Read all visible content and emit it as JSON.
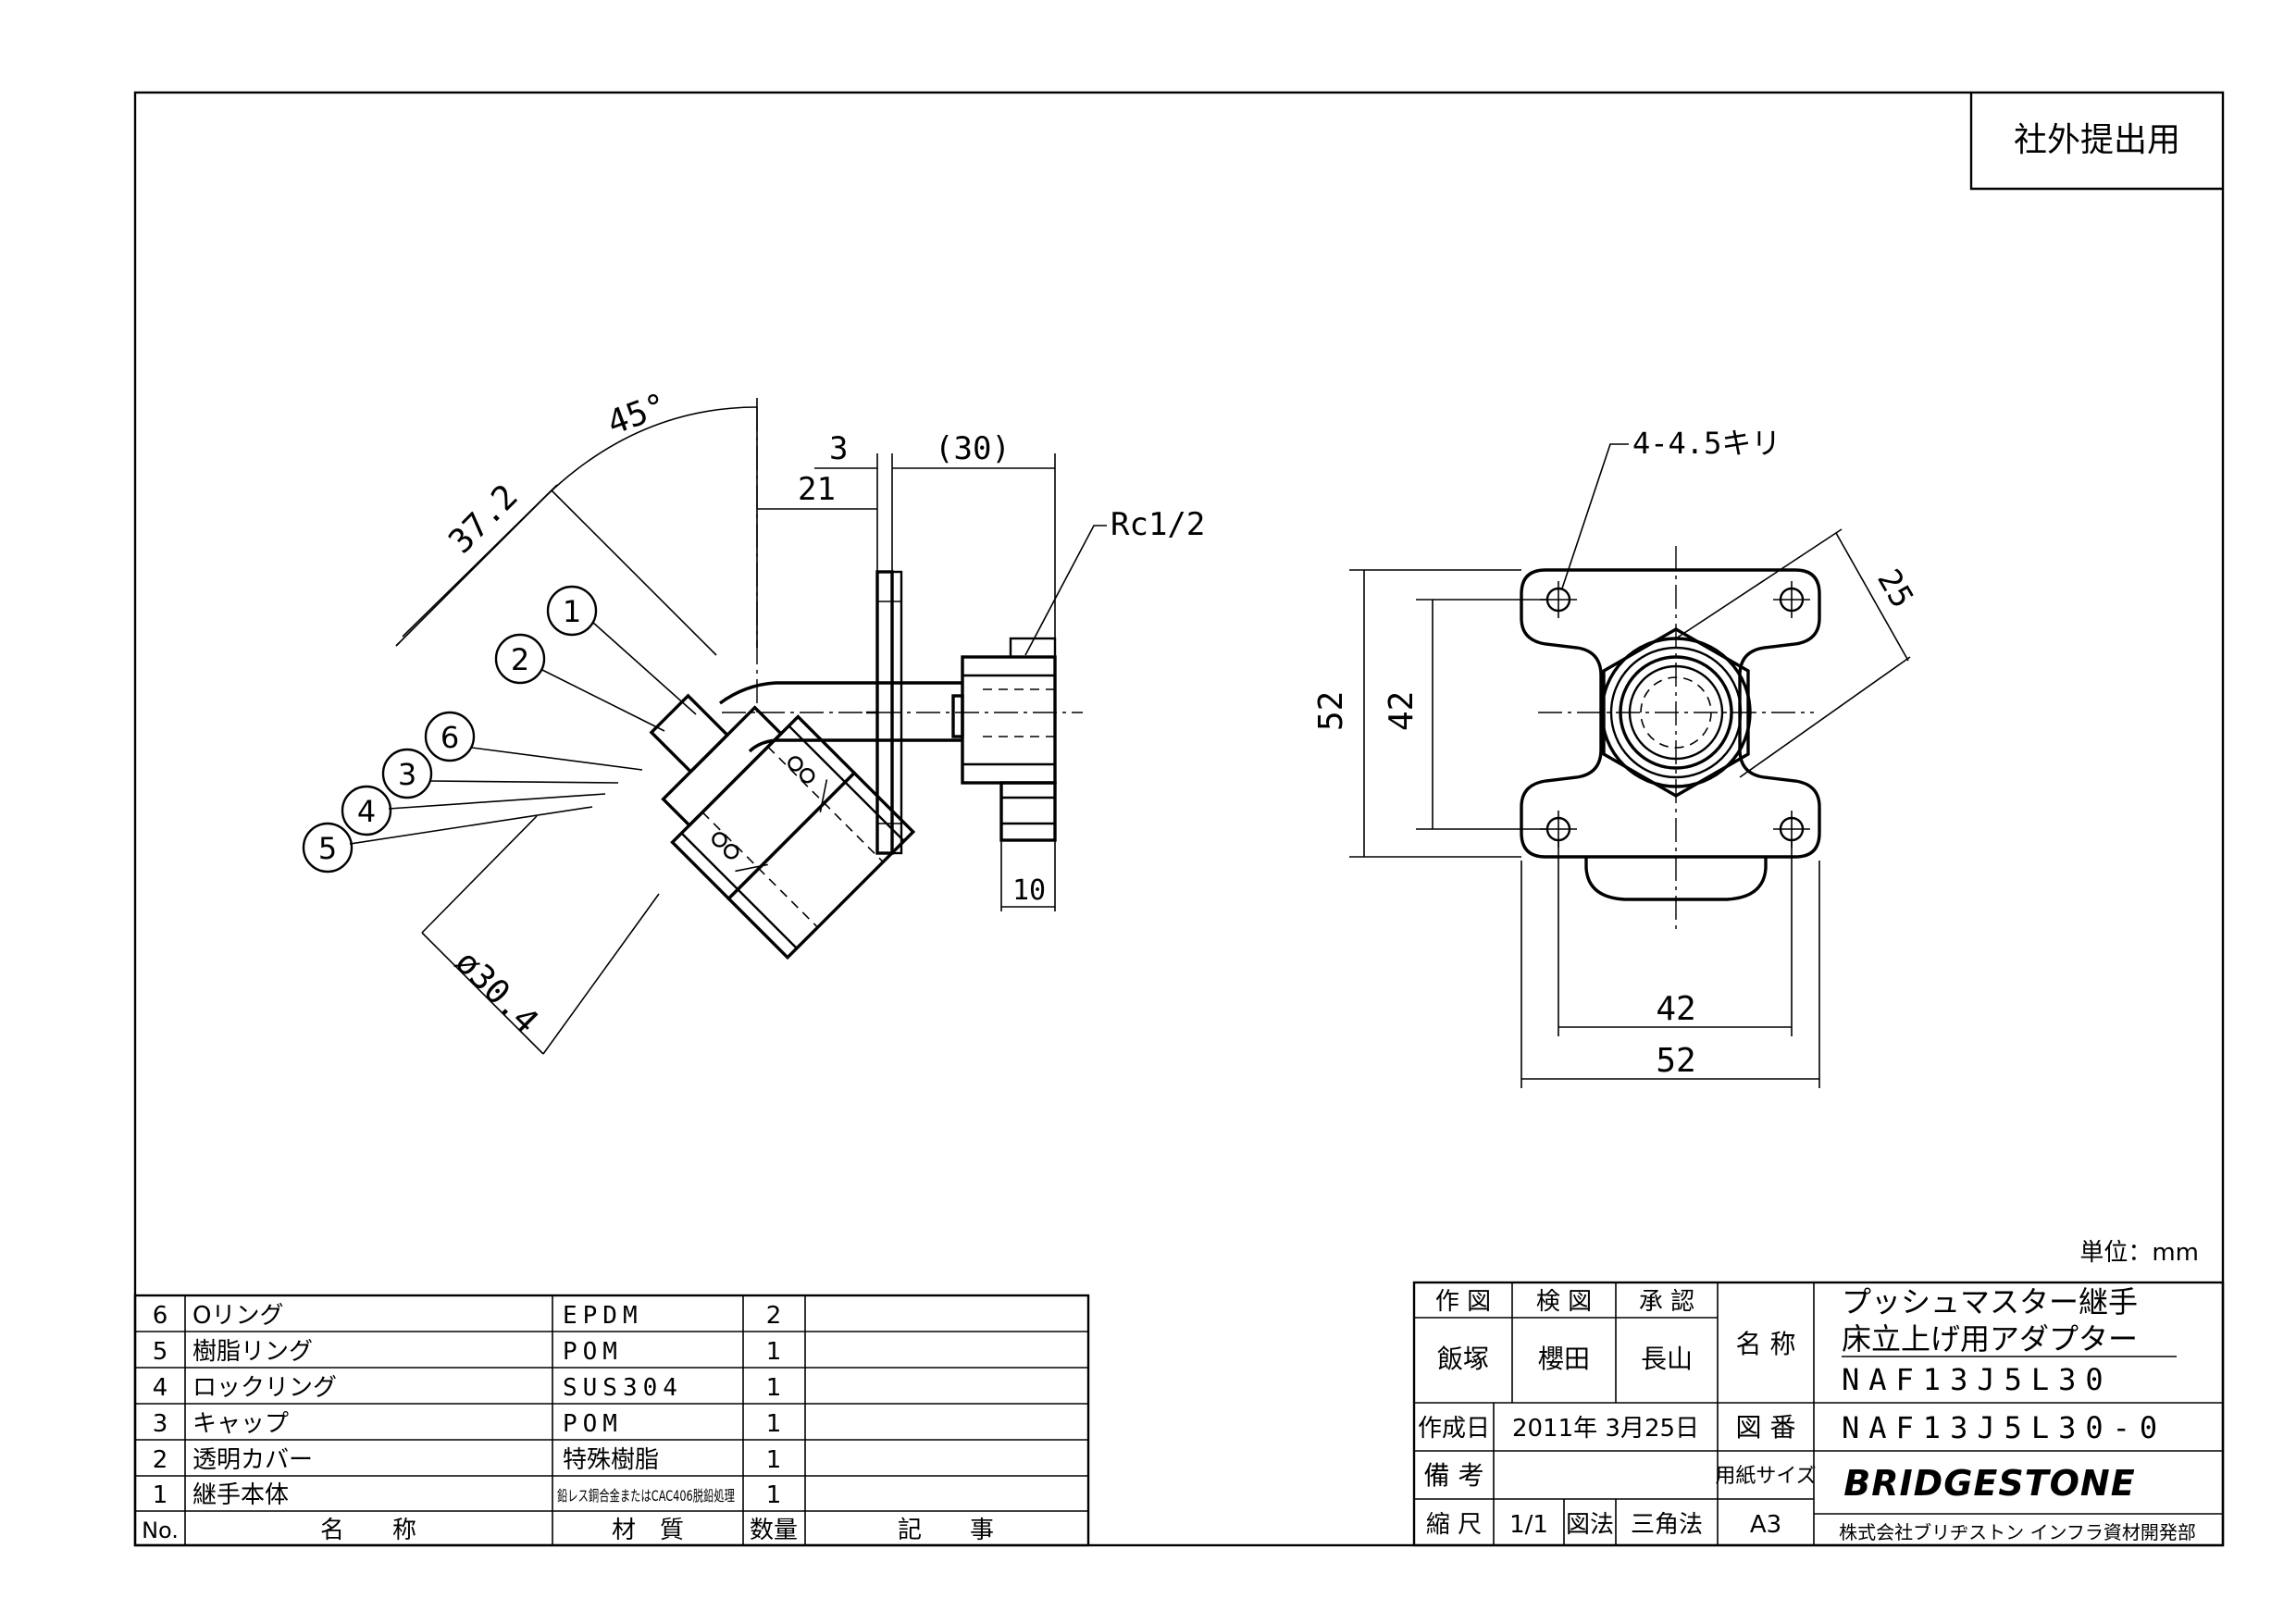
{
  "doc": {
    "stamp": "社外提出用",
    "unit": "単位：mm"
  },
  "side_view": {
    "angle": "45°",
    "dim_37_2": "37.2",
    "dim_3": "3",
    "dim_30": "(30)",
    "dim_21": "21",
    "thread": "Rc1/2",
    "dim_10": "10",
    "dim_dia": "ø30.4",
    "balloons": [
      "1",
      "2",
      "6",
      "3",
      "4",
      "5"
    ]
  },
  "front_view": {
    "holes": "4-4.5キリ",
    "dim_25": "25",
    "dim_h52": "52",
    "dim_h42": "42",
    "dim_w42": "42",
    "dim_w52": "52"
  },
  "parts": {
    "rows": [
      {
        "no": "6",
        "name": "Oリング",
        "material": "EPDM",
        "qty": "2",
        "note": ""
      },
      {
        "no": "5",
        "name": "樹脂リング",
        "material": "POM",
        "qty": "1",
        "note": ""
      },
      {
        "no": "4",
        "name": "ロックリング",
        "material": "SUS304",
        "qty": "1",
        "note": ""
      },
      {
        "no": "3",
        "name": "キャップ",
        "material": "POM",
        "qty": "1",
        "note": ""
      },
      {
        "no": "2",
        "name": "透明カバー",
        "material": "特殊樹脂",
        "qty": "1",
        "note": ""
      },
      {
        "no": "1",
        "name": "継手本体",
        "material": "鉛レス銅合金またはCAC406脱鉛処理",
        "qty": "1",
        "note": ""
      }
    ],
    "header": {
      "no": "No.",
      "name": "名　　称",
      "material": "材　質",
      "qty": "数量",
      "note": "記　　事"
    }
  },
  "title_block": {
    "h_draw": "作 図",
    "h_check": "検 図",
    "h_approve": "承 認",
    "draw": "飯塚",
    "check": "櫻田",
    "approve": "長山",
    "name_label": "名 称",
    "name_line1": "プッシュマスター継手",
    "name_line2": "床立上げ用アダプター",
    "name_line3": "NAF13J5L30",
    "date_label": "作成日",
    "date": "2011年  3月25日",
    "dwg_label": "図 番",
    "dwg_no": "NAF13J5L30-0",
    "remark_label": "備 考",
    "paper_label": "用紙サイズ",
    "brand": "BRIDGESTONE",
    "scale_label": "縮 尺",
    "scale": "1/1",
    "proj_label": "図法",
    "proj": "三角法",
    "paper": "A3",
    "company": "株式会社ブリヂストン  インフラ資材開発部"
  }
}
